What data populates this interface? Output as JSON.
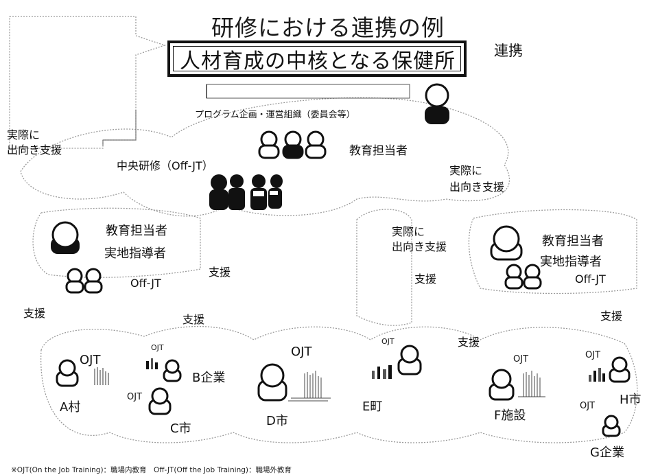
{
  "title": "研修における連携の例",
  "core": {
    "label": "人材育成の中核となる保健所",
    "link_label": "連携",
    "program_label": "プログラム企画・運営組織（委員会等）",
    "education_staff_label": "教育担当者",
    "central_training_label": "中央研修（Off-JT）"
  },
  "support_labels": {
    "onsite_left": "実際に\n出向き支援",
    "onsite_right": "実際に\n出向き支援",
    "onsite_middle": "実際に\n出向き支援",
    "support_a": "支援",
    "support_b": "支援",
    "support_c": "支援",
    "support_d": "支援",
    "support_e": "支援",
    "support_f": "支援"
  },
  "left_group": {
    "education_staff": "教育担当者",
    "field_instructor": "実地指導者",
    "offjt": "Off-JT"
  },
  "right_group": {
    "education_staff": "教育担当者",
    "field_instructor": "実地指導者",
    "offjt": "Off-JT"
  },
  "sites": [
    {
      "name": "A村",
      "ojt": "OJT"
    },
    {
      "name": "B企業",
      "ojt": "OJT"
    },
    {
      "name": "C市",
      "ojt": "OJT"
    },
    {
      "name": "D市",
      "ojt": "OJT"
    },
    {
      "name": "E町",
      "ojt": "OJT"
    },
    {
      "name": "F施設",
      "ojt": "OJT"
    },
    {
      "name": "H市",
      "ojt": "OJT"
    },
    {
      "name": "G企業",
      "ojt": "OJT"
    }
  ],
  "footnote": "※OJT(On the Job Training)：職場内教育　Off-JT(Off the Job Training)：職場外教育",
  "colors": {
    "ink": "#111111",
    "line": "#999999",
    "person_fill": "#ffffff",
    "person_dark": "#111111"
  }
}
